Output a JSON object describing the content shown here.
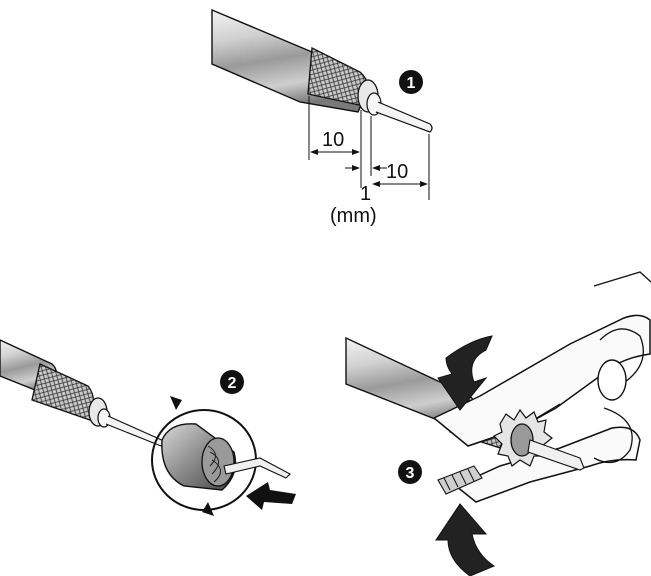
{
  "figure": {
    "steps": [
      {
        "number": "1"
      },
      {
        "number": "2"
      },
      {
        "number": "3"
      }
    ],
    "dimensions": {
      "strip_length_a": "10",
      "strip_length_b": "10",
      "gap": "1",
      "unit": "(mm)"
    },
    "colors": {
      "line": "#111111",
      "cable_light": "#e6e6e6",
      "cable_mid": "#b5b5b5",
      "cable_dark": "#6e6e6e",
      "arrow": "#1a1a1a",
      "badge": "#111111"
    }
  }
}
